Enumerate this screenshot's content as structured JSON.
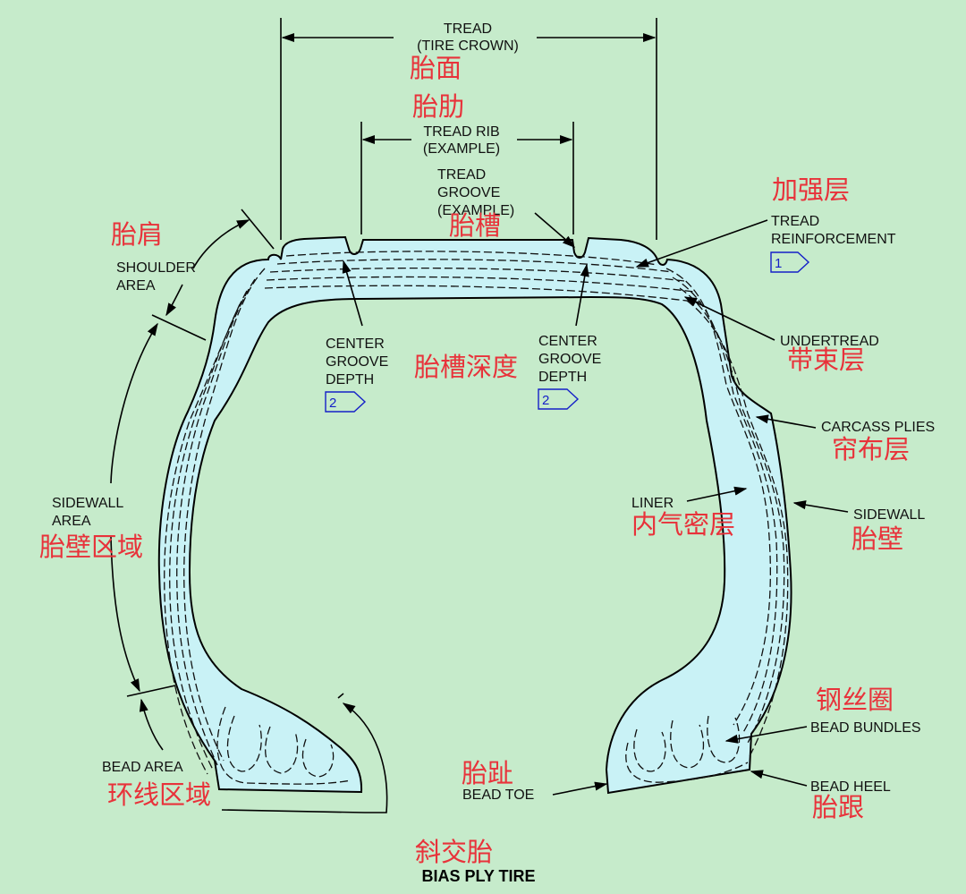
{
  "title_en": "BIAS PLY TIRE",
  "title_zh": "斜交胎",
  "labels": {
    "tread": [
      "TREAD",
      "(TIRE CROWN)"
    ],
    "tread_zh": "胎面",
    "tread_rib": [
      "TREAD RIB",
      "(EXAMPLE)"
    ],
    "tread_rib_zh": "胎肋",
    "tread_groove": [
      "TREAD",
      "GROOVE",
      "(EXAMPLE)"
    ],
    "tread_groove_zh": "胎槽",
    "tread_reinforcement": [
      "TREAD",
      "REINFORCEMENT"
    ],
    "tread_reinforcement_zh": "加强层",
    "shoulder": [
      "SHOULDER",
      "AREA"
    ],
    "shoulder_zh": "胎肩",
    "center_groove_left": [
      "CENTER",
      "GROOVE",
      "DEPTH"
    ],
    "center_groove_right": [
      "CENTER",
      "GROOVE",
      "DEPTH"
    ],
    "groove_depth_zh": "胎槽深度",
    "undertread": "UNDERTREAD",
    "undertread_zh": "带束层",
    "carcass": "CARCASS PLIES",
    "carcass_zh": "帘布层",
    "sidewall_area": [
      "SIDEWALL",
      "AREA"
    ],
    "sidewall_area_zh": "胎壁区域",
    "liner": "LINER",
    "liner_zh": "内气密层",
    "sidewall": "SIDEWALL",
    "sidewall_zh": "胎壁",
    "bead_bundles": "BEAD BUNDLES",
    "bead_bundles_zh": "钢丝圈",
    "bead_area": "BEAD AREA",
    "bead_area_zh": "环线区域",
    "bead_toe": "BEAD TOE",
    "bead_toe_zh": "胎趾",
    "bead_heel": "BEAD HEEL",
    "bead_heel_zh": "胎跟"
  },
  "note_tags": {
    "tread_reinforcement": "1",
    "groove_left": "2",
    "groove_right": "2"
  },
  "colors": {
    "background": "#c6ebcb",
    "tire_fill": "#c9f2f6",
    "english_text": "#111111",
    "chinese_text": "#e8323a",
    "note_tag": "#1520c8"
  }
}
